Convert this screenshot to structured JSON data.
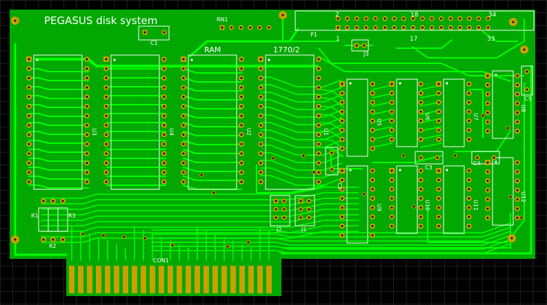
{
  "board": {
    "title": "PEGASUS disk system",
    "colors": {
      "background": "#000000",
      "grid": "#3a3a3a",
      "board": "#00a800",
      "trace": "#00ff00",
      "pad": "#c8a000",
      "silkscreen": "#ffffff",
      "gold": "#c8a000"
    }
  },
  "labels": {
    "c1": "C1",
    "rn1": "RN1",
    "p1": "P1",
    "p1_pin_2": "2",
    "p1_pin_18": "18",
    "p1_pin_34": "34",
    "p1_pin_1": "1",
    "p1_pin_17": "17",
    "p1_pin_33": "33",
    "j3": "J3",
    "ram": "RAM",
    "fdc": "1770/2",
    "u1": "U1",
    "u2": "U2",
    "u3": "U3",
    "u4": "U4",
    "u5": "U5",
    "u6": "U6",
    "u7": "U7",
    "u8": "U8",
    "u9": "U9",
    "u10": "U10",
    "u11": "U11",
    "u12": "U12",
    "c2": "C2",
    "c3": "C3",
    "c4": "C4",
    "c5": "C5",
    "r1": "R1",
    "r2": "R2",
    "r3": "R3",
    "j1": "J1",
    "j2": "J2",
    "con1": "CON1"
  }
}
